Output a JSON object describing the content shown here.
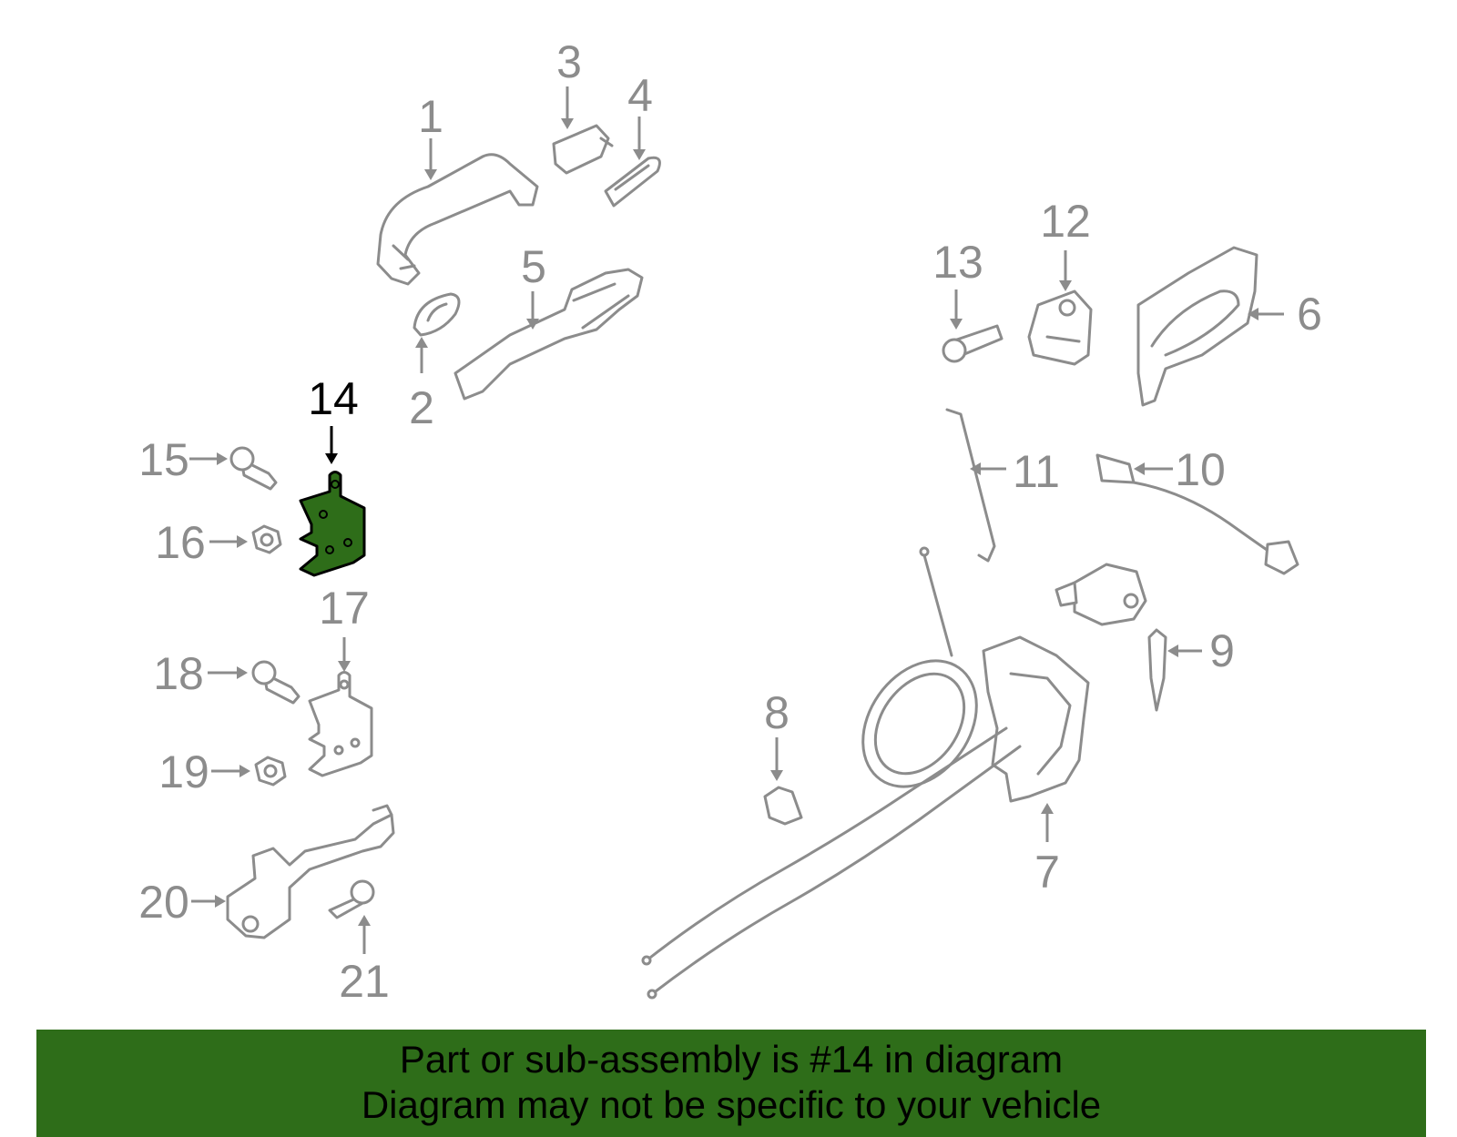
{
  "diagram": {
    "highlighted_part": "14",
    "callouts": [
      "1",
      "2",
      "3",
      "4",
      "5",
      "6",
      "7",
      "8",
      "9",
      "10",
      "11",
      "12",
      "13",
      "14",
      "15",
      "16",
      "17",
      "18",
      "19",
      "20",
      "21"
    ]
  },
  "banner": {
    "line1": "Part or sub-assembly is #14 in diagram",
    "line2": "Diagram may not be specific to your vehicle",
    "color": "#2e6d19"
  },
  "colors": {
    "parts": "#8c8c8c",
    "highlight_fill": "#2e6d19",
    "highlight_label": "#000000"
  }
}
